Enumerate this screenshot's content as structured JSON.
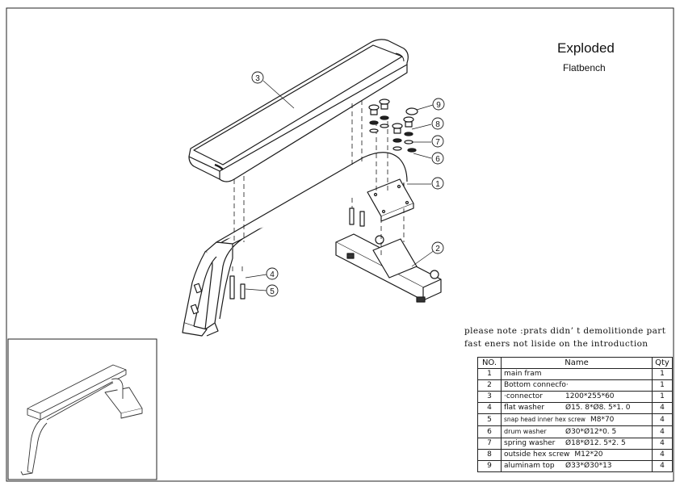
{
  "title": "Exploded",
  "subtitle": "Flatbench",
  "note_line1": "please note :prats didn’ t demolitionde part",
  "note_line2": "fast eners not liside on the introduction",
  "table": {
    "headers": {
      "no": "NO.",
      "name": "Name",
      "qty": "Qty"
    },
    "rows": [
      {
        "no": "1",
        "name": "main fram",
        "spec": "",
        "qty": "1"
      },
      {
        "no": "2",
        "name": "Bottom connecfo·",
        "spec": "",
        "qty": "1"
      },
      {
        "no": "3",
        "name": "·connector",
        "spec": "1200*255*60",
        "qty": "1"
      },
      {
        "no": "4",
        "name": "flat washer",
        "spec": "Ø15. 8*Ø8. 5*1. 0",
        "qty": "4"
      },
      {
        "no": "5",
        "name": "snap head inner hex screw",
        "spec": "M8*70",
        "qty": "4"
      },
      {
        "no": "6",
        "name": "drum washer",
        "spec": "Ø30*Ø12*0. 5",
        "qty": "4"
      },
      {
        "no": "7",
        "name": "spring washer",
        "spec": "Ø18*Ø12. 5*2. 5",
        "qty": "4"
      },
      {
        "no": "8",
        "name": "outside hex screw",
        "spec": "M12*20",
        "qty": "4"
      },
      {
        "no": "9",
        "name": "aluminam top",
        "spec": "Ø33*Ø30*13",
        "qty": "4"
      }
    ]
  },
  "callouts": [
    "1",
    "2",
    "3",
    "4",
    "5",
    "6",
    "7",
    "8",
    "9"
  ]
}
